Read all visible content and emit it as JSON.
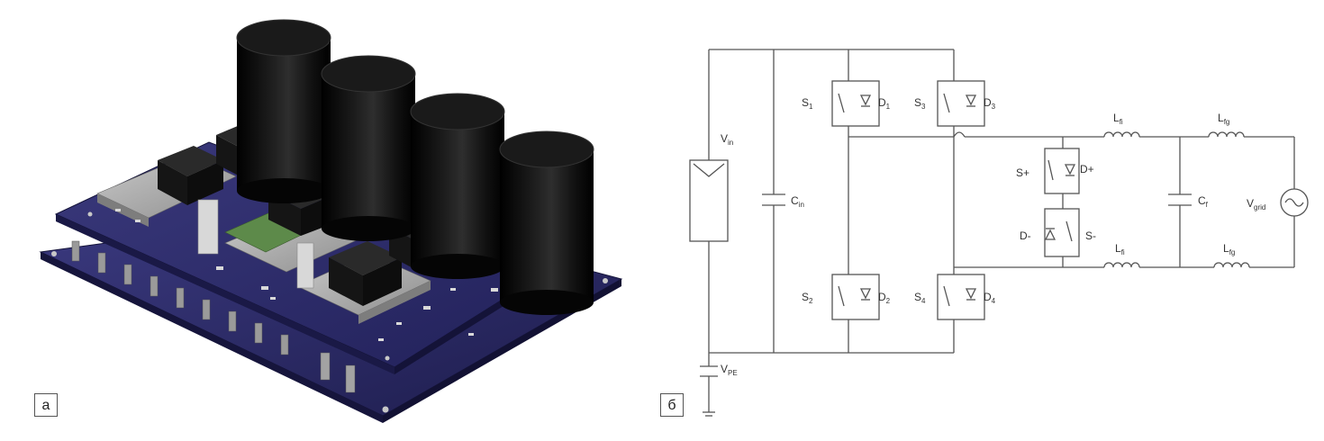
{
  "panel_a": {
    "label": "a"
  },
  "panel_b": {
    "label": "б",
    "components": {
      "s1": {
        "main": "S",
        "sub": "1"
      },
      "d1": {
        "main": "D",
        "sub": "1"
      },
      "s3": {
        "main": "S",
        "sub": "3"
      },
      "d3": {
        "main": "D",
        "sub": "3"
      },
      "s2": {
        "main": "S",
        "sub": "2"
      },
      "d2": {
        "main": "D",
        "sub": "2"
      },
      "s4": {
        "main": "S",
        "sub": "4"
      },
      "d4": {
        "main": "D",
        "sub": "4"
      },
      "vin": {
        "main": "V",
        "sub": "in"
      },
      "cin": {
        "main": "C",
        "sub": "in"
      },
      "vpe": {
        "main": "V",
        "sub": "PE"
      },
      "sp": {
        "main": "S+"
      },
      "dp": {
        "main": "D+"
      },
      "dm": {
        "main": "D-"
      },
      "sm": {
        "main": "S-"
      },
      "lfi_top": {
        "main": "L",
        "sub": "fi"
      },
      "lfi_bot": {
        "main": "L",
        "sub": "fi"
      },
      "lfg_top": {
        "main": "L",
        "sub": "fg"
      },
      "lfg_bot": {
        "main": "L",
        "sub": "fg"
      },
      "cf": {
        "main": "C",
        "sub": "f"
      },
      "vgrid": {
        "main": "V",
        "sub": "grid"
      }
    }
  },
  "colors": {
    "board": "#2b2a66",
    "capacitor": "#0a0a0a",
    "wire": "#555555"
  }
}
